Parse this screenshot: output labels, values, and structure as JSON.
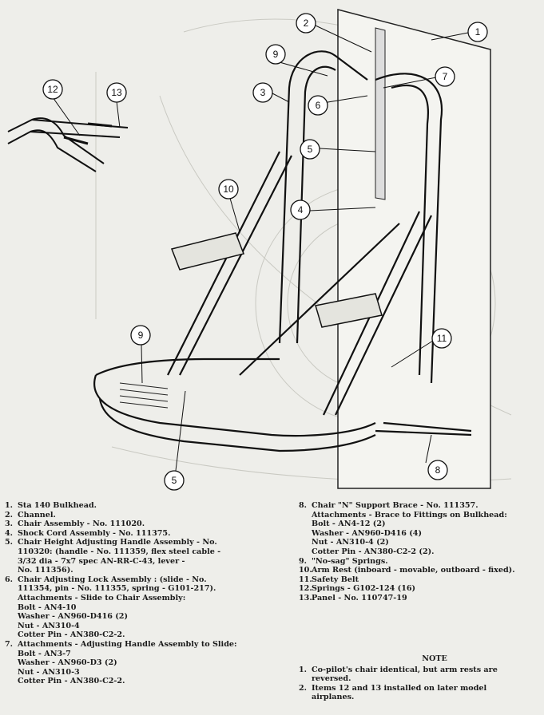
{
  "callouts": [
    {
      "id": "1",
      "label": "1"
    },
    {
      "id": "2",
      "label": "2"
    },
    {
      "id": "3",
      "label": "3"
    },
    {
      "id": "4",
      "label": "4"
    },
    {
      "id": "5a",
      "label": "5"
    },
    {
      "id": "5b",
      "label": "5"
    },
    {
      "id": "6",
      "label": "6"
    },
    {
      "id": "7",
      "label": "7"
    },
    {
      "id": "8",
      "label": "8"
    },
    {
      "id": "9a",
      "label": "9"
    },
    {
      "id": "9b",
      "label": "9"
    },
    {
      "id": "10",
      "label": "10"
    },
    {
      "id": "11",
      "label": "11"
    },
    {
      "id": "12",
      "label": "12"
    },
    {
      "id": "13",
      "label": "13"
    }
  ],
  "legend_left": [
    {
      "num": "1.",
      "text": "Sta 140 Bulkhead."
    },
    {
      "num": "2.",
      "text": "Channel."
    },
    {
      "num": "3.",
      "text": "Chair Assembly - No. 111020."
    },
    {
      "num": "4.",
      "text": "Shock Cord Assembly - No. 111375."
    },
    {
      "num": "5.",
      "text": "Chair Height Adjusting Handle Assembly - No."
    },
    {
      "num": "",
      "text": "110320: (handle - No. 111359, flex steel cable -"
    },
    {
      "num": "",
      "text": "3/32 dia - 7x7 spec AN-RR-C-43, lever -"
    },
    {
      "num": "",
      "text": "No. 111356)."
    },
    {
      "num": "6.",
      "text": "Chair Adjusting Lock Assembly : (slide - No."
    },
    {
      "num": "",
      "text": "111354, pin - No. 111355, spring - G101-217)."
    },
    {
      "num": "",
      "text": "Attachments - Slide to Chair Assembly:"
    },
    {
      "num": "",
      "text": "Bolt - AN4-10"
    },
    {
      "num": "",
      "text": "Washer - AN960-D416 (2)"
    },
    {
      "num": "",
      "text": "Nut - AN310-4"
    },
    {
      "num": "",
      "text": "Cotter Pin - AN380-C2-2."
    },
    {
      "num": "7.",
      "text": "Attachments - Adjusting Handle Assembly to Slide:"
    },
    {
      "num": "",
      "text": "Bolt - AN3-7"
    },
    {
      "num": "",
      "text": "Washer - AN960-D3 (2)"
    },
    {
      "num": "",
      "text": "Nut - AN310-3"
    },
    {
      "num": "",
      "text": "Cotter Pin - AN380-C2-2."
    }
  ],
  "legend_right": [
    {
      "num": "8.",
      "text": "Chair \"N\" Support Brace - No. 111357."
    },
    {
      "num": "",
      "text": "Attachments - Brace to Fittings on Bulkhead:"
    },
    {
      "num": "",
      "text": "Bolt - AN4-12 (2)"
    },
    {
      "num": "",
      "text": "Washer - AN960-D416 (4)"
    },
    {
      "num": "",
      "text": "Nut - AN310-4 (2)"
    },
    {
      "num": "",
      "text": "Cotter Pin - AN380-C2-2 (2)."
    },
    {
      "num": "9.",
      "text": "\"No-sag\" Springs."
    },
    {
      "num": "10.",
      "text": "Arm Rest (inboard - movable, outboard - fixed)."
    },
    {
      "num": "11.",
      "text": "Safety Belt"
    },
    {
      "num": "12.",
      "text": "Springs - G102-124 (16)"
    },
    {
      "num": "13.",
      "text": "Panel - No. 110747-19"
    }
  ],
  "notes": {
    "title": "NOTE",
    "items": [
      {
        "num": "1.",
        "text": "Co-pilot's chair identical, but arm rests are"
      },
      {
        "num": "",
        "text": "reversed."
      },
      {
        "num": "2.",
        "text": "Items 12 and 13 installed on later model"
      },
      {
        "num": "",
        "text": "airplanes."
      }
    ]
  }
}
